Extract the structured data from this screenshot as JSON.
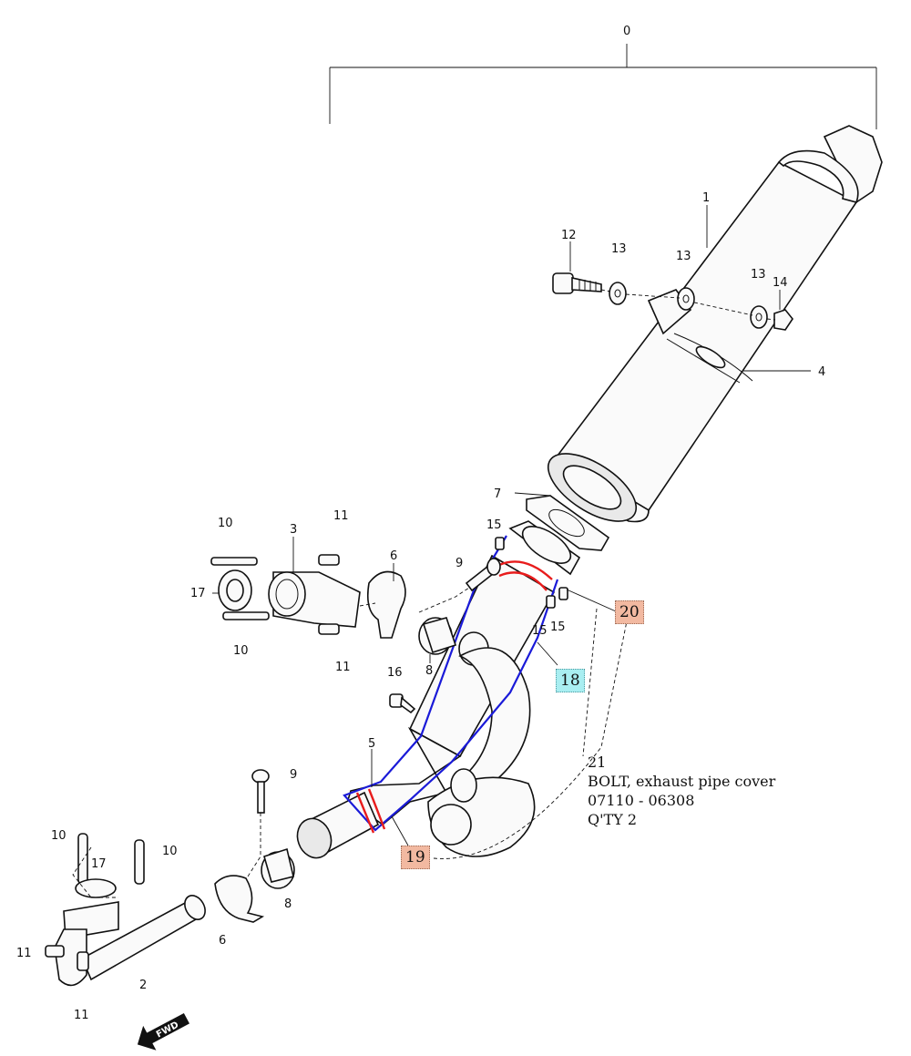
{
  "callouts": {
    "c0": "0",
    "c1": "1",
    "c2": "2",
    "c3": "3",
    "c4": "4",
    "c5": "5",
    "c6a": "6",
    "c6b": "6",
    "c7": "7",
    "c8a": "8",
    "c8b": "8",
    "c9a": "9",
    "c9b": "9",
    "c10a": "10",
    "c10b": "10",
    "c10c": "10",
    "c10d": "10",
    "c11a": "11",
    "c11b": "11",
    "c11c": "11",
    "c11d": "11",
    "c12": "12",
    "c13a": "13",
    "c13b": "13",
    "c13c": "13",
    "c14": "14",
    "c15a": "15",
    "c15b": "15",
    "c15c": "15",
    "c16": "16",
    "c17a": "17",
    "c17b": "17"
  },
  "highlights": {
    "b18": "18",
    "b19": "19",
    "b20": "20"
  },
  "note": {
    "number": "21",
    "name": "BOLT, exhaust pipe cover",
    "part_no": "07110 - 06308",
    "qty": "Q'TY 2"
  },
  "fwd_label": "FWD",
  "colors": {
    "cover_outline": "#1a1ad8",
    "bolt_highlight": "#e81c1c",
    "badge_salmon": "#f2b9a1",
    "badge_cyan": "#a9eef1"
  }
}
